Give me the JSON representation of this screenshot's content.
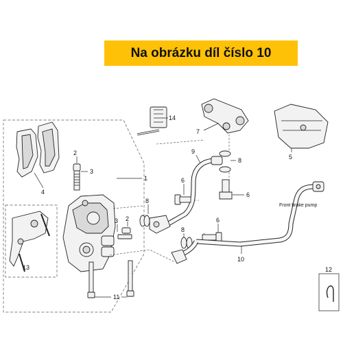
{
  "banner": {
    "text": "Na obrázku díl číslo 10",
    "color": "#ffc107"
  },
  "callouts": {
    "p1": "1",
    "p2a": "2",
    "p2b": "2",
    "p3a": "3",
    "p3b": "3",
    "p4": "4",
    "p5": "5",
    "p6a": "6",
    "p6b": "6",
    "p6c": "6",
    "p7": "7",
    "p8a": "8",
    "p8b": "8",
    "p8c": "8",
    "p9": "9",
    "p10": "10",
    "p11": "11",
    "p12": "12",
    "p13": "13",
    "p14": "14"
  },
  "notes": {
    "pump": "Front brake pump"
  }
}
